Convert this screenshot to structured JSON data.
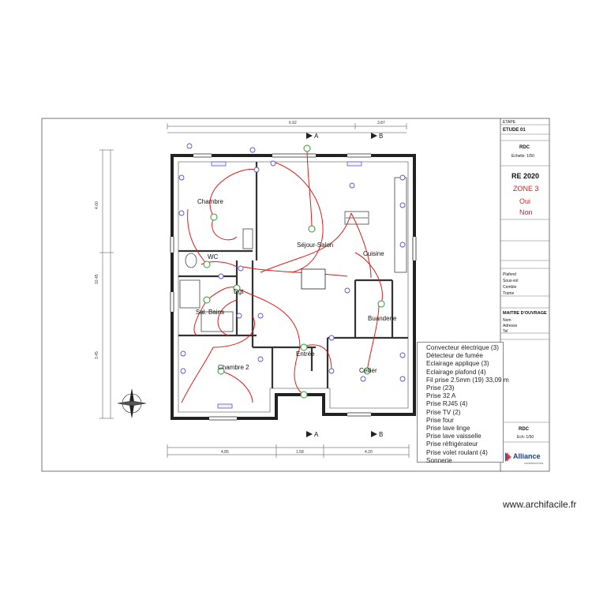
{
  "plan": {
    "section_markers": [
      "A",
      "B"
    ],
    "rooms": [
      {
        "id": "chambre",
        "name": "Chambre"
      },
      {
        "id": "wc",
        "name": "WC"
      },
      {
        "id": "sdb",
        "name": "Sal. Bains"
      },
      {
        "id": "sejour",
        "name": "Séjour-Salon"
      },
      {
        "id": "cuisine",
        "name": "Cuisine"
      },
      {
        "id": "buanderie",
        "name": "Buanderie"
      },
      {
        "id": "degt",
        "name": "Dgt"
      },
      {
        "id": "chambre2",
        "name": "Chambre 2"
      },
      {
        "id": "entree",
        "name": "Entrée"
      },
      {
        "id": "cellier",
        "name": "Cellier"
      }
    ],
    "dimensions": {
      "top_total": "6.92",
      "top_right": "3.87",
      "bottom_left": "4.85",
      "bottom_mid": "1.58",
      "bottom_right": "4.20",
      "left_total": "10.45",
      "left_a": "4.00",
      "left_b": "3.45"
    }
  },
  "title_block": {
    "etape_label": "ETAPE",
    "etude": "ETUDE 01",
    "level": "RDC",
    "scale": "Echelle: 1/50",
    "norm": "RE 2020",
    "zone": "ZONE 3",
    "oui": "Oui",
    "non": "Non",
    "rows": [
      "Plafond",
      "Sous-sol",
      "Comble",
      "Trame"
    ],
    "section_owner": "MAITRE D'OUVRAGE",
    "owner_rows": [
      "Nom",
      "Adresse",
      "Tel"
    ],
    "bottom_level": "RDC",
    "bottom_scale": "Ech: 1/50",
    "brand": "Alliance",
    "brand_sub": "CONSTRUCTION"
  },
  "legend": {
    "items": [
      "Convecteur électrique (3)",
      "Détecteur de fumée",
      "Eclairage applique (3)",
      "Eclairage plafond (4)",
      "Fil prise 2.5mm (19) 33,09 m",
      "Prise (23)",
      "Prise 32 A",
      "Prise RJ45 (4)",
      "Prise TV (2)",
      "Prise four",
      "Prise lave linge",
      "Prise lave vaisselle",
      "Prise réfrigérateur",
      "Prise volet roulant (4)",
      "Sonnerie"
    ]
  },
  "watermark": "www.archifacile.fr",
  "colors": {
    "wire": "#e01b1b",
    "socket": "#5a55c8",
    "light": "#2e9a2e",
    "wall": "#222222",
    "zone": "#d62020"
  }
}
